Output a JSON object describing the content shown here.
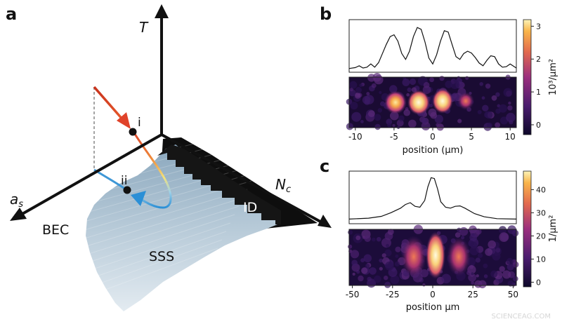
{
  "figure": {
    "panel_a": {
      "letter": "a",
      "axis_T": "T",
      "axis_as_main": "a",
      "axis_as_sub": "s",
      "axis_Nc_main": "N",
      "axis_Nc_sub": "c",
      "region_bec": "BEC",
      "region_sss": "SSS",
      "region_id": "ID",
      "point_i": "i",
      "point_ii": "ii"
    },
    "panel_b": {
      "letter": "b",
      "xlabel": "position (μm)",
      "colorbar_label": "10³/μm²"
    },
    "panel_c": {
      "letter": "c",
      "xlabel": "position μm",
      "colorbar_label": "1/μm²"
    },
    "watermark": "SCIENCEAG.COM"
  },
  "chart_data": [
    {
      "type": "line",
      "panel": "b",
      "xlabel": "position (μm)",
      "xticks": [
        -10,
        -5,
        0,
        5,
        10
      ],
      "xlim": [
        -10.8,
        10.8
      ],
      "x": [
        -10.8,
        -10,
        -9.5,
        -9,
        -8.5,
        -8,
        -7.5,
        -7,
        -6.5,
        -6,
        -5.5,
        -5,
        -4.5,
        -4,
        -3.5,
        -3,
        -2.5,
        -2,
        -1.5,
        -1,
        -0.5,
        0,
        0.5,
        1,
        1.5,
        2,
        2.5,
        3,
        3.5,
        4,
        4.5,
        5,
        5.5,
        6,
        6.5,
        7,
        7.5,
        8,
        8.5,
        9,
        9.5,
        10,
        10.8
      ],
      "y": [
        0.02,
        0.04,
        0.08,
        0.03,
        0.05,
        0.12,
        0.05,
        0.15,
        0.35,
        0.55,
        0.72,
        0.76,
        0.62,
        0.35,
        0.22,
        0.4,
        0.72,
        0.92,
        0.88,
        0.6,
        0.25,
        0.12,
        0.32,
        0.62,
        0.85,
        0.82,
        0.55,
        0.28,
        0.22,
        0.35,
        0.4,
        0.36,
        0.26,
        0.14,
        0.08,
        0.2,
        0.3,
        0.28,
        0.12,
        0.05,
        0.06,
        0.12,
        0.03
      ],
      "colorbar": {
        "ticks": [
          0,
          1,
          2,
          3
        ],
        "range": [
          -0.3,
          3.2
        ],
        "label": "10³/μm²"
      }
    },
    {
      "type": "line",
      "panel": "c",
      "xlabel": "position μm",
      "xticks": [
        -50,
        -25,
        0,
        25,
        50
      ],
      "xlim": [
        -52,
        52
      ],
      "x": [
        -52,
        -40,
        -32,
        -26,
        -20,
        -17,
        -14,
        -11,
        -8,
        -5,
        -3,
        -1,
        1,
        3,
        5,
        8,
        11,
        14,
        17,
        20,
        26,
        32,
        40,
        52
      ],
      "y": [
        0.04,
        0.06,
        0.1,
        0.18,
        0.28,
        0.36,
        0.4,
        0.32,
        0.3,
        0.45,
        0.75,
        0.95,
        0.93,
        0.7,
        0.42,
        0.3,
        0.28,
        0.32,
        0.33,
        0.28,
        0.16,
        0.09,
        0.05,
        0.04
      ],
      "colorbar": {
        "ticks": [
          0,
          10,
          20,
          30,
          40
        ],
        "range": [
          -2,
          48
        ],
        "label": "1/μm²"
      }
    }
  ]
}
